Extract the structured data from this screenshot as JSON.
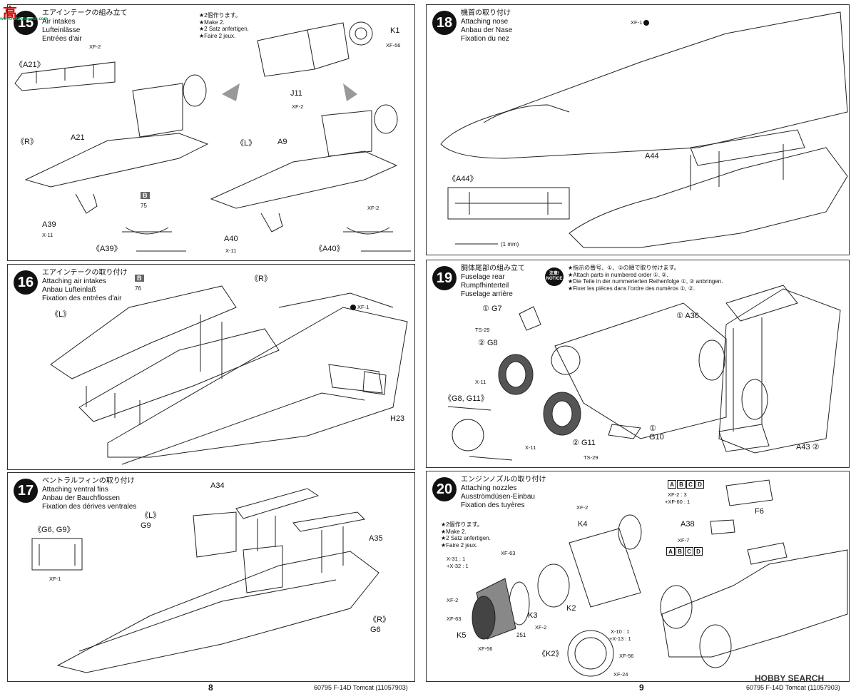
{
  "watermark": {
    "top_left_cjk": "高",
    "top_left_site": "www.hobbysearch.com",
    "bottom_right": "HOBBY SEARCH"
  },
  "footer": {
    "left_page": "8",
    "right_page": "9",
    "left_code": "60795 F-14D Tomcat (11057903)",
    "right_code": "60795 F-14D Tomcat (11057903)"
  },
  "step15": {
    "num": "15",
    "jp": "エアインテークの組み立て",
    "en": "Air intakes",
    "de": "Lufteinlässe",
    "fr": "Entrées d'air",
    "note": [
      "★2個作ります。",
      "★Make 2.",
      "★2 Satz anfertigen.",
      "★Faire 2 jeux."
    ],
    "labels": {
      "a21_inset": "《A21》",
      "r": "《R》",
      "l": "《L》",
      "a21": "A21",
      "a9": "A9",
      "a39": "A39",
      "a40": "A40",
      "a39_inset": "《A39》",
      "a40_inset": "《A40》",
      "j11": "J11",
      "k1": "K1",
      "b": "B",
      "decal": "75"
    },
    "paints": {
      "xf2_top": "XF-2",
      "xf56": "XF-56",
      "xf2_j11": "XF-2",
      "xf2_l": "XF-2",
      "x11_a39": "X-11",
      "x11_a40": "X-11"
    }
  },
  "step16": {
    "num": "16",
    "jp": "エアインテークの取り付け",
    "en": "Attaching air intakes",
    "de": "Anbau Lufteinlaß",
    "fr": "Fixation des entrées d'air",
    "labels": {
      "l": "《L》",
      "r": "《R》",
      "h23": "H23",
      "b": "B",
      "decal": "76"
    },
    "paints": {
      "xf1": "XF-1"
    }
  },
  "step17": {
    "num": "17",
    "jp": "ベントラルフィンの取り付け",
    "en": "Attaching ventral fins",
    "de": "Anbau der Bauchflossen",
    "fr": "Fixation des dérives ventrales",
    "labels": {
      "g6g9_inset": "《G6, G9》",
      "l": "《L》",
      "g9": "G9",
      "a34": "A34",
      "a35": "A35",
      "r": "《R》",
      "g6": "G6"
    },
    "paints": {
      "xf1": "XF-1"
    }
  },
  "step18": {
    "num": "18",
    "jp": "機首の取り付け",
    "en": "Attaching nose",
    "de": "Anbau der Nase",
    "fr": "Fixation du nez",
    "labels": {
      "a44": "A44",
      "a44_inset": "《A44》",
      "mm": "(1 mm)"
    },
    "paints": {
      "xf1": "XF-1"
    }
  },
  "step19": {
    "num": "19",
    "jp": "胴体尾部の組み立て",
    "en": "Fuselage rear",
    "de": "Rumpfhinterteil",
    "fr": "Fuselage arrière",
    "notice_badge": "注意! NOTICE",
    "notice": [
      "★指示の番号、①、②の順で取り付けます。",
      "★Attach parts in numbered order ①, ②.",
      "★Die Teile in der nummerierten Reihenfolge ①, ② anbringen.",
      "★Fixer les pièces dans l'ordre des numéros ①, ②."
    ],
    "labels": {
      "g7": "G7",
      "g8": "G8",
      "g8g11_inset": "《G8, G11》",
      "g10": "G10",
      "g11": "G11",
      "a36": "A36",
      "a43": "A43",
      "n1": "①",
      "n2": "②"
    },
    "paints": {
      "ts29_a": "TS-29",
      "x11_a": "X-11",
      "x11_b": "X-11",
      "ts29_b": "TS-29"
    }
  },
  "step20": {
    "num": "20",
    "jp": "エンジンノズルの取り付け",
    "en": "Attaching nozzles",
    "de": "Ausströmdüsen-Einbau",
    "fr": "Fixation des tuyères",
    "note": [
      "★2個作ります。",
      "★Make 2.",
      "★2 Satz anfertigen.",
      "★Faire 2 jeux."
    ],
    "labels": {
      "k4": "K4",
      "k2": "K2",
      "k3": "K3",
      "k5": "K5",
      "k2_inset": "《K2》",
      "f6": "F6",
      "a38": "A38",
      "decal": "251"
    },
    "abcd": [
      "A",
      "B",
      "C",
      "D"
    ],
    "paints": {
      "xf2_k4": "XF-2",
      "xf63_a": "XF-63",
      "mix1": "X-31 : 1",
      "mix2": "+X-32 : 1",
      "xf2_k5": "XF-2",
      "xf63_b": "XF-63",
      "xf56": "XF-56",
      "xf2_k3": "XF-2",
      "mix3": "X-10 : 1",
      "mix4": "+X-13 : 1",
      "xf56_k2": "XF-56",
      "xf24": "XF-24",
      "f6mix1": "XF-2 : 3",
      "f6mix2": "+XF-60 : 1",
      "xf7": "XF-7"
    }
  }
}
